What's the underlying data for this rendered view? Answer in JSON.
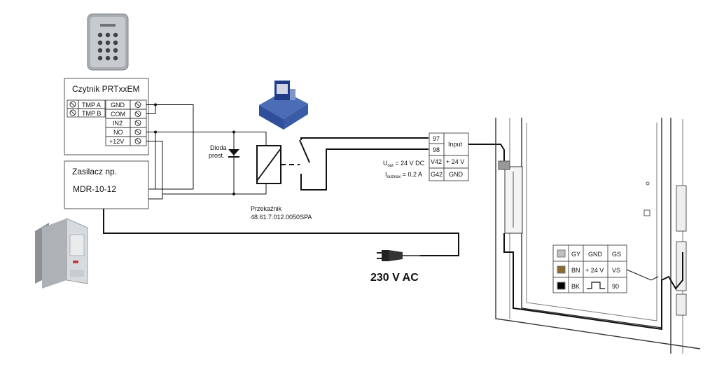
{
  "reader": {
    "title": "Czytnik PRTxxEM",
    "left_terminals": [
      "TMP A",
      "TMP B"
    ],
    "right_terminals": [
      "GND",
      "COM",
      "IN2",
      "NO",
      "+12V"
    ]
  },
  "psu": {
    "title": "Zasilacz np.",
    "model": "MDR-10-12"
  },
  "diode": {
    "label_line1": "Dioda",
    "label_line2": "prost."
  },
  "relay": {
    "label": "Przekaźnik",
    "part": "48.61.7.012.0050SPA"
  },
  "lock_terminals": {
    "pins": [
      "97",
      "98",
      "V42",
      "G42"
    ],
    "functions": [
      "Input",
      "+ 24 V",
      "GND"
    ],
    "uout_label": "U",
    "uout_sub": "out",
    "uout_value": " = 24 V DC",
    "iout_label": "I",
    "iout_sub": "outmax",
    "iout_value": " = 0,2 A"
  },
  "mains": {
    "label": "230 V AC"
  },
  "cable_legend": {
    "rows": [
      {
        "color": "#c0c0c0",
        "code": "GY",
        "function": "GND",
        "pin": "GS"
      },
      {
        "color": "#8b6a2e",
        "code": "BN",
        "function": "+ 24 V",
        "pin": "VS"
      },
      {
        "color": "#000000",
        "code": "BK",
        "function": "",
        "pin": "90"
      }
    ]
  },
  "colors": {
    "wire": "#111111",
    "device_grey": "#b8bcc0",
    "relay_blue": "#2f4f9a"
  },
  "icons": [
    "keypad-reader-photo",
    "relay-module-photo",
    "din-rail-psu-photo",
    "mains-plug-icon",
    "door-lock-drawing"
  ]
}
